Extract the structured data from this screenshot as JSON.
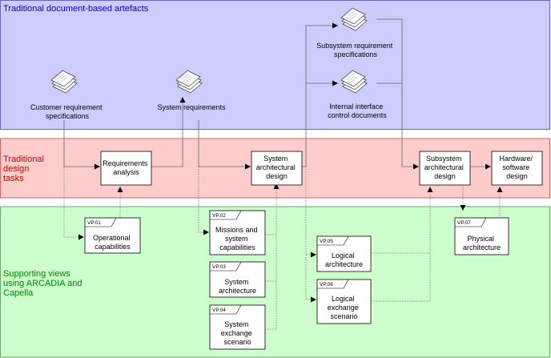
{
  "colors": {
    "lane_docs_fill": "#ccccff",
    "lane_docs_stroke": "#6666cc",
    "lane_docs_text": "#0000cc",
    "lane_tasks_fill": "#ffcccc",
    "lane_tasks_stroke": "#cc6666",
    "lane_tasks_text": "#cc0000",
    "lane_views_fill": "#ccffcc",
    "lane_views_stroke": "#66aa66",
    "lane_views_text": "#008800"
  },
  "lanes": {
    "docs": {
      "title": "Traditional document-based artefacts"
    },
    "tasks": {
      "lines": [
        "Traditional",
        "design",
        "tasks"
      ]
    },
    "views": {
      "lines": [
        "Supporting views",
        "using ARCADIA and",
        "Capella"
      ]
    }
  },
  "documents": {
    "customer_req": {
      "icon": "document-stack-icon",
      "lines": [
        "Customer requirement",
        "specifications"
      ]
    },
    "system_req": {
      "icon": "document-stack-icon",
      "lines": [
        "System requirements"
      ]
    },
    "subsystem_req": {
      "icon": "document-stack-icon",
      "lines": [
        "Subsystem requirement",
        "specifications"
      ]
    },
    "interface_docs": {
      "icon": "document-stack-icon",
      "lines": [
        "Internal interface",
        "control documents"
      ]
    }
  },
  "tasks": {
    "req_analysis": {
      "lines": [
        "Requirements",
        "analysis"
      ]
    },
    "sys_arch_design": {
      "lines": [
        "System",
        "architectural",
        "design"
      ]
    },
    "subsys_arch_design": {
      "lines": [
        "Subsystem",
        "architectural",
        "design"
      ]
    },
    "hw_sw_design": {
      "lines": [
        "Hardware/",
        "software",
        "design"
      ]
    }
  },
  "viewpoints": {
    "vp01": {
      "tag": "VP.01",
      "lines": [
        "Operational",
        "capabilities"
      ]
    },
    "vp02": {
      "tag": "VP.02",
      "lines": [
        "Missions and",
        "system",
        "capabilities"
      ]
    },
    "vp03": {
      "tag": "VP.03",
      "lines": [
        "System",
        "architecture"
      ]
    },
    "vp04": {
      "tag": "VP.04",
      "lines": [
        "System",
        "exchange",
        "scenario"
      ]
    },
    "vp05": {
      "tag": "VP.05",
      "lines": [
        "Logical",
        "architecture"
      ]
    },
    "vp06": {
      "tag": "VP.06",
      "lines": [
        "Logical",
        "exchange",
        "scenario"
      ]
    },
    "vp07": {
      "tag": "VP.07",
      "lines": [
        "Physical",
        "architecture"
      ]
    }
  }
}
